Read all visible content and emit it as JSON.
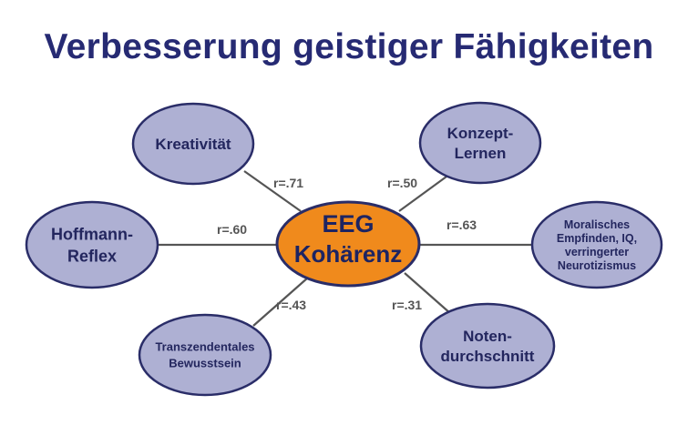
{
  "title": "Verbesserung geistiger Fähigkeiten",
  "center": {
    "lines": [
      "EEG",
      "Kohärenz"
    ]
  },
  "nodes": [
    {
      "id": "kreativitaet",
      "lines": [
        "Kreativität"
      ],
      "r": "r=.71"
    },
    {
      "id": "konzept-lernen",
      "lines": [
        "Konzept-",
        "Lernen"
      ],
      "r": "r=.50"
    },
    {
      "id": "hoffmann-reflex",
      "lines": [
        "Hoffmann-",
        "Reflex"
      ],
      "r": "r=.60"
    },
    {
      "id": "moralisches-empfinden",
      "lines": [
        "Moralisches",
        "Empfinden, IQ,",
        "verringerter",
        "Neurotizismus"
      ],
      "r": "r=.63"
    },
    {
      "id": "transzendentales-bewusstsein",
      "lines": [
        "Transzendentales",
        "Bewusstsein"
      ],
      "r": "r=.43"
    },
    {
      "id": "notendurchschnitt",
      "lines": [
        "Noten-",
        "durchschnitt"
      ],
      "r": "r=.31"
    }
  ],
  "colors": {
    "title": "#262a73",
    "center_fill": "#f08a1c",
    "node_fill": "#aeb0d3",
    "node_stroke": "#2a2d68",
    "line": "#555555"
  }
}
